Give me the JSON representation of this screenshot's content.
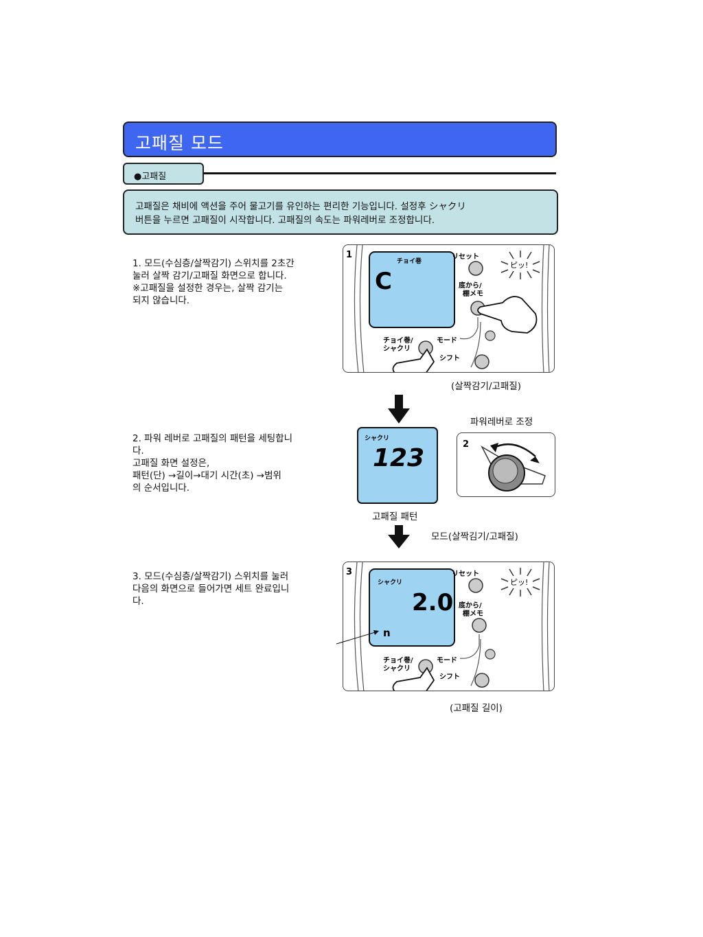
{
  "header": {
    "title": "고패질 모드"
  },
  "section": {
    "bullet": "●고패질"
  },
  "intro": {
    "line1": "고패질은 채비에 액션을 주어 물고기를 유인하는 편리한 기능입니다. 설정후 シャクリ",
    "line2": "버튼을 누르면 고패질이 시작합니다. 고패질의 속도는 파워레버로 조정합니다."
  },
  "steps": [
    {
      "text": "1. 모드(수심층/살짝감기) 스위치를 2초간\n눌러 살짝 감기/고패질 화면으로 합니다.\n※고패질을 설정한 경우는, 살짝 감기는\n되지 않습니다."
    },
    {
      "text": "2. 파워 레버로 고패질의 패턴을 세팅합니\n다.\n 고패질 화면 설정은,\n   패턴(단) →길이→대기 시간(초) →범위\n의 순서입니다."
    },
    {
      "text": "3. 모드(수심층/살짝감기) 스위치를 눌러\n다음의 화면으로 들어가면 세트 완료입니\n다."
    }
  ],
  "panel1": {
    "number": "1",
    "lcd_label": "チョイ巻",
    "lcd_value": "C",
    "reset": "リセット",
    "beep": "ピッ!",
    "bottom_memo_1": "底から/",
    "bottom_memo_2": "棚メモ",
    "choi_1": "チョイ巻/",
    "choi_2": "シャクリ",
    "mode": "モード",
    "shift": "シフト",
    "caption": "(살짝감기/고패질)"
  },
  "panel2": {
    "lcd_label": "シャクリ",
    "lcd_value": "123",
    "caption": "고패질 패턴",
    "lever_caption": "파워레버로 조정",
    "lever_number": "2"
  },
  "arrow2_caption": "모드(살짝김기/고패질)",
  "panel3": {
    "number": "3",
    "lcd_label": "シャクリ",
    "lcd_value": "2.0",
    "lcd_small": "n",
    "reset": "リセット",
    "beep": "ピッ!",
    "bottom_memo_1": "底から/",
    "bottom_memo_2": "棚メモ",
    "choi_1": "チョイ巻/",
    "choi_2": "シャクリ",
    "mode": "モード",
    "shift": "シフト",
    "caption": "(고패질 길이)"
  },
  "colors": {
    "title_bg": "#3f66f0",
    "box_bg": "#c3e2e6",
    "lcd_bg": "#9fd3f2"
  }
}
